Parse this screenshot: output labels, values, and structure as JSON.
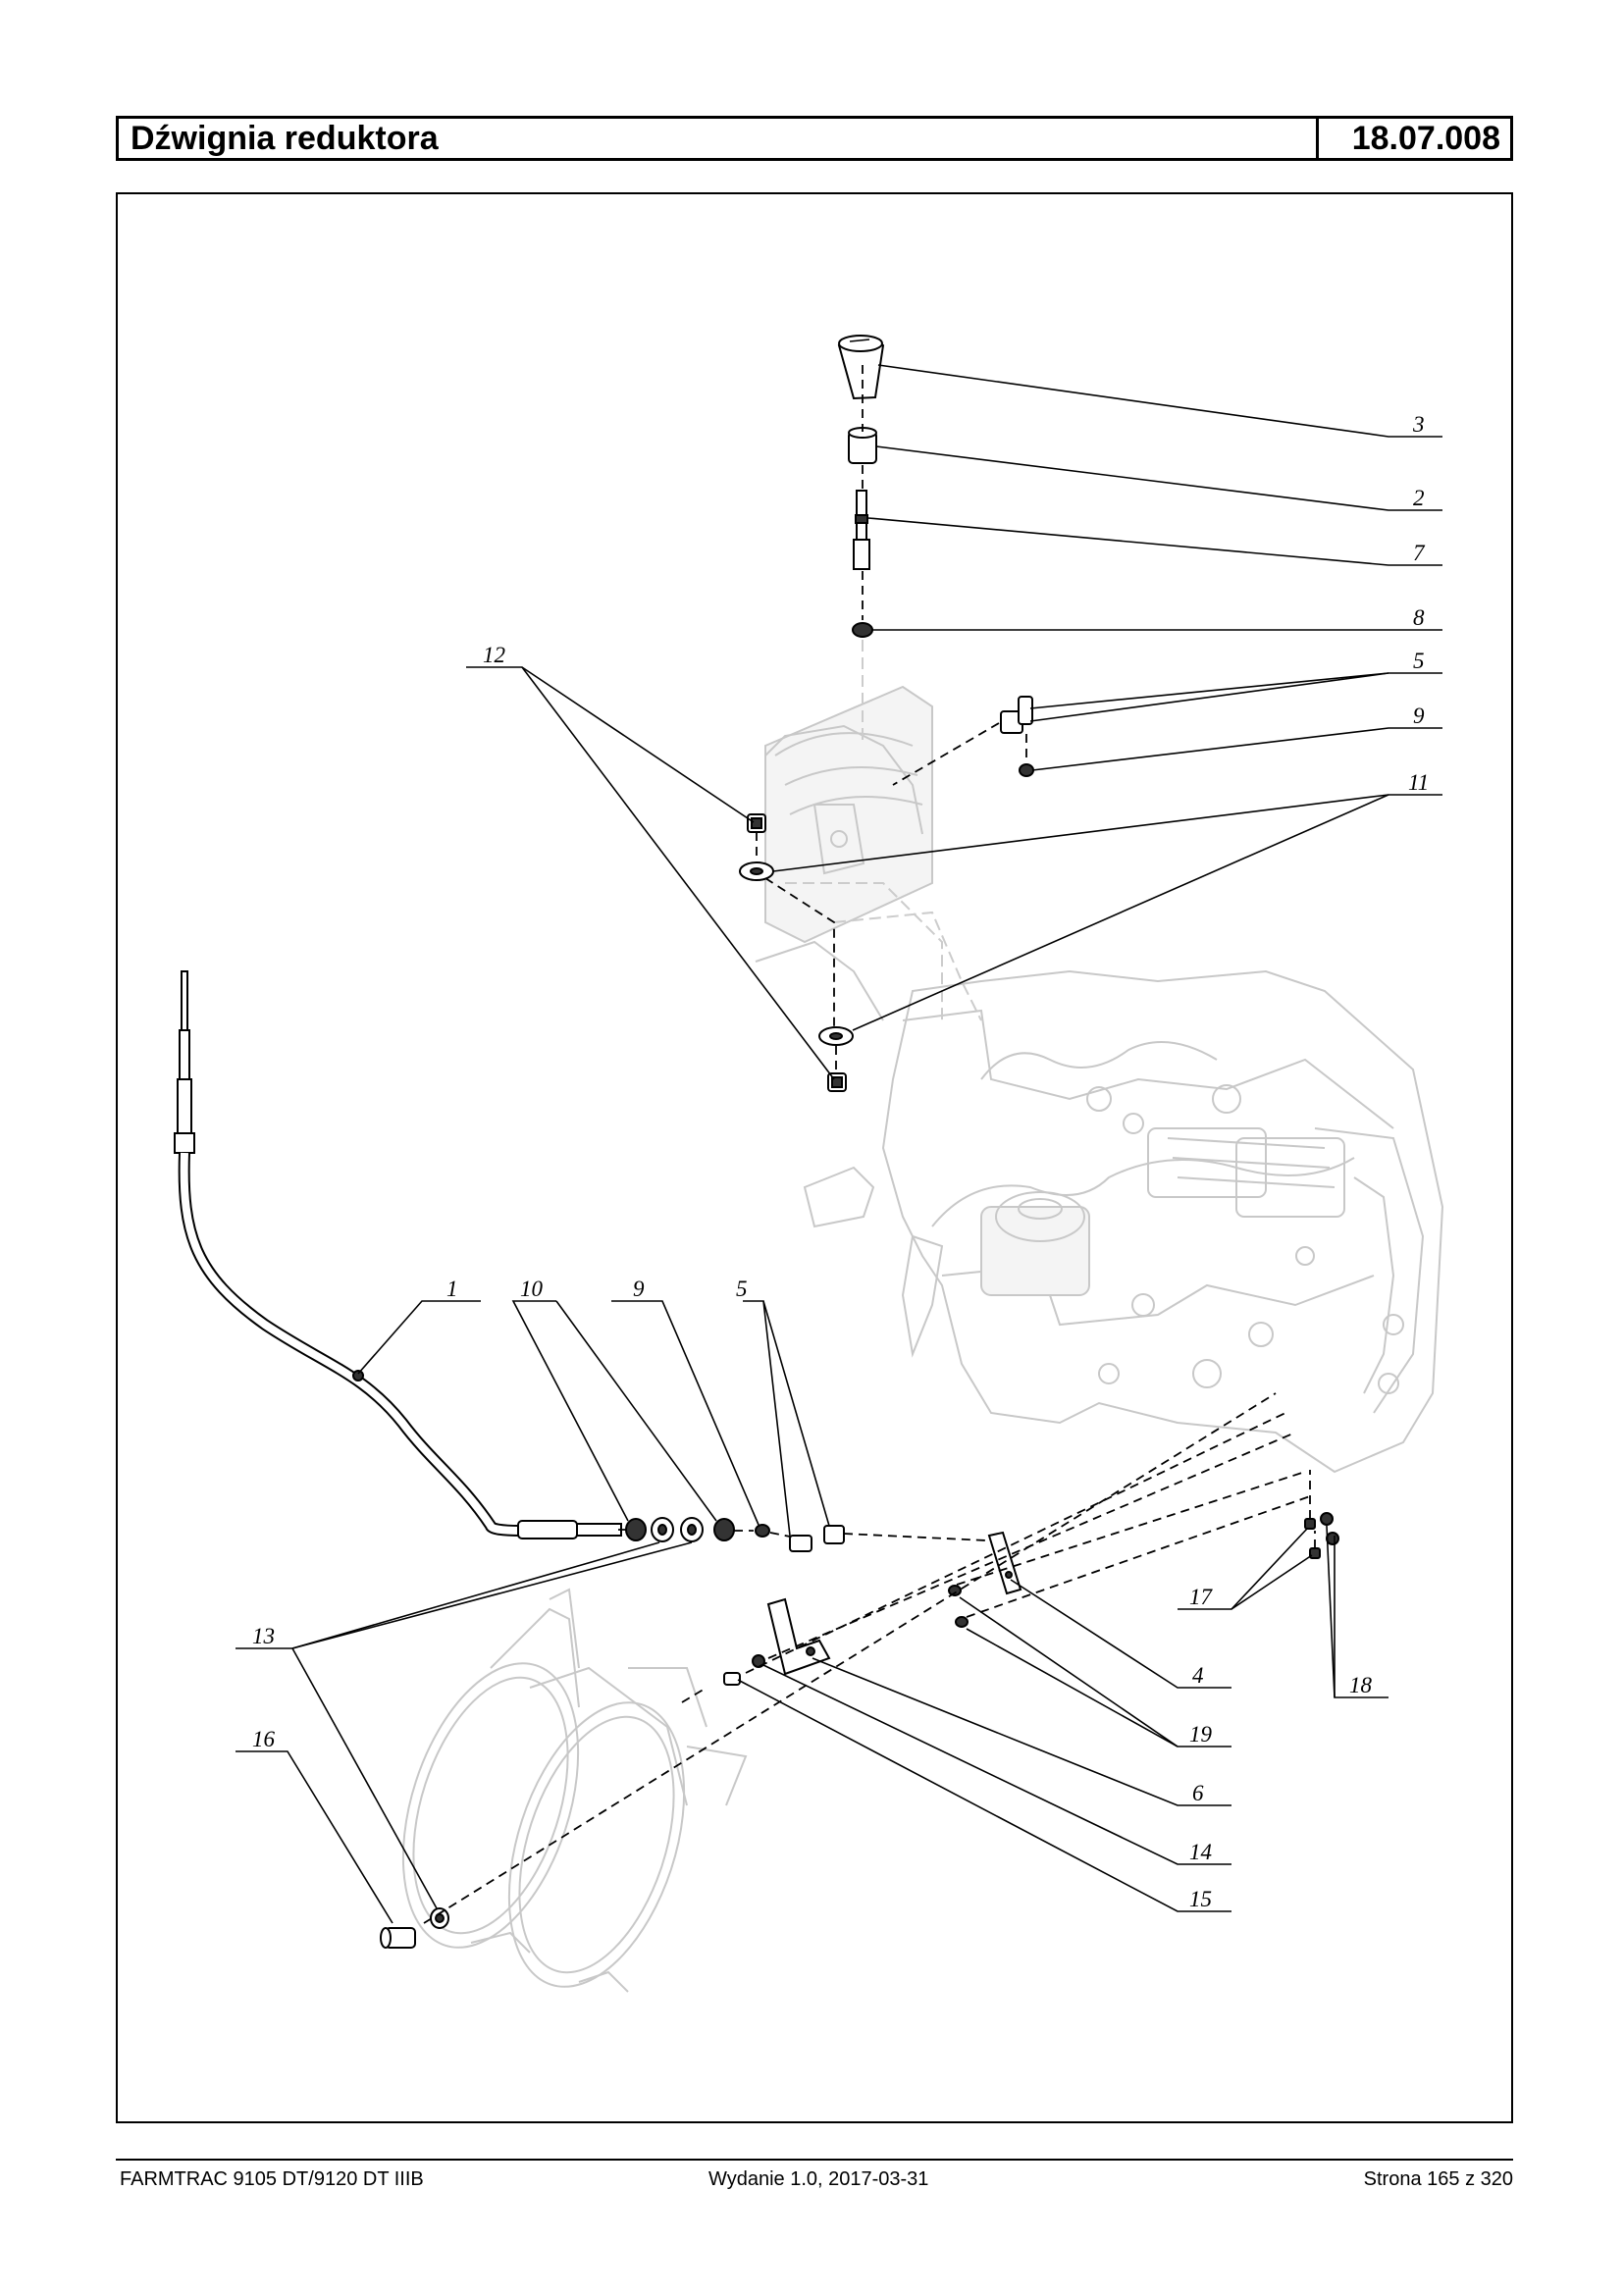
{
  "header": {
    "title": "Dźwignia reduktora",
    "code": "18.07.008"
  },
  "footer": {
    "left": "FARMTRAC 9105 DT/9120 DT IIIB",
    "middle": "Wydanie 1.0,  2017-03-31",
    "right": "Strona 165 z 320"
  },
  "callouts": {
    "c3": "3",
    "c2": "2",
    "c7": "7",
    "c8": "8",
    "c5a": "5",
    "c9a": "9",
    "c11": "11",
    "c12": "12",
    "c1": "1",
    "c10": "10",
    "c9b": "9",
    "c5b": "5",
    "c13": "13",
    "c16": "16",
    "c17": "17",
    "c4": "4",
    "c18": "18",
    "c19": "19",
    "c6": "6",
    "c14": "14",
    "c15": "15"
  }
}
